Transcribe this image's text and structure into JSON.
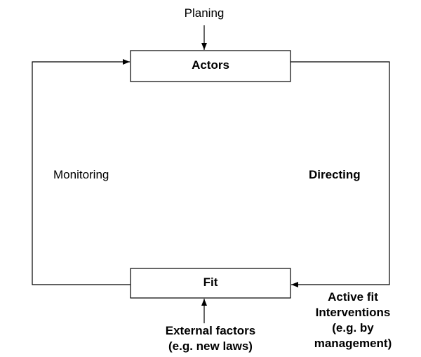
{
  "diagram": {
    "top_input": "Planing",
    "box_top": "Actors",
    "box_bottom": "Fit",
    "left_label": "Monitoring",
    "right_label": "Directing",
    "bottom_input": {
      "line1": "External factors",
      "line2": "(e.g.  new laws)"
    },
    "right_input": {
      "line1": "Active  fit",
      "line2": "Interventions",
      "line3": "(e.g. by",
      "line4": "management)"
    }
  }
}
